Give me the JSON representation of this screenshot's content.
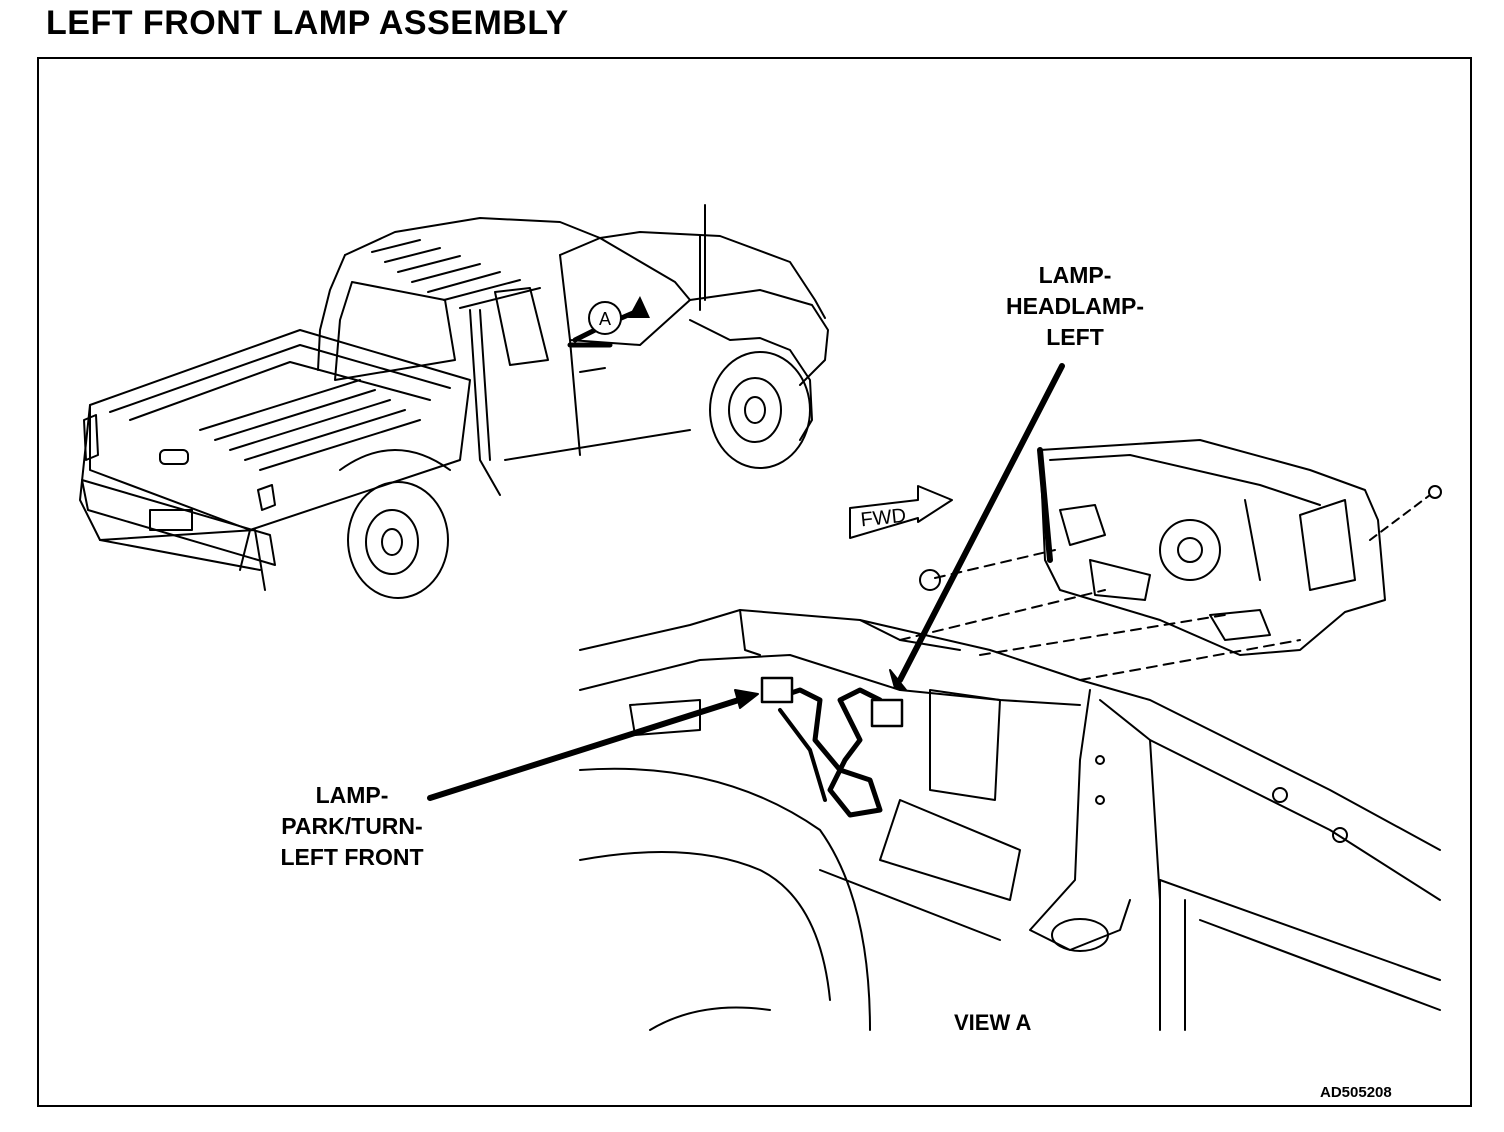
{
  "page": {
    "title": "LEFT FRONT LAMP ASSEMBLY"
  },
  "diagram": {
    "detail_marker": "A",
    "direction_label": "FWD",
    "view_label": "VIEW A",
    "figure_id": "AD505208",
    "callouts": {
      "headlamp": [
        "LAMP-",
        "HEADLAMP-",
        "LEFT"
      ],
      "park_turn": [
        "LAMP-",
        "PARK/TURN-",
        "LEFT FRONT"
      ]
    }
  }
}
